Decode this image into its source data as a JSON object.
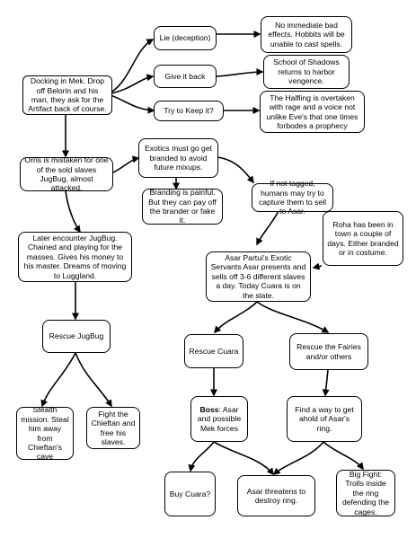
{
  "nodes": {
    "docking": "Docking in Mek. Drop off Belorin and his man, they ask for the Artifact back of course.",
    "lie": "Lie (deception)",
    "give_back": "Give it back",
    "try_keep": "Try to Keep it?",
    "no_bad_effects": "No immediate bad effects. Hobbits will be unable to cast spells.",
    "school_shadows": "School of Shadows returns to harbor vengence.",
    "halfling": "The Halfling is overtaken with rage and a voice not unlike Eve's that one times forbodes a prophecy",
    "orris": "Orris is mistaken for one of the sold slaves JugBug, almost attacked.",
    "exotics": "Exotics must go get branded to avoid future mixups.",
    "branding": "Branding is painful. But they can pay off the brander or fake it.",
    "not_tagged": "If not tagged, humans may try to capture them to sell to Asar.",
    "roha": "Roha has been in town a couple of days. Either branded or in costume.",
    "later_jugbug": "Later encounter JugBug. Chained and playing for the masses. Gives his money to his master. Dreams of moving to Luggland.",
    "asar_partui": "Asar Partui's Exotic Servants Asar presents and sells off 3-6 different slaves a day. Today Cuara is on the slate.",
    "rescue_jugbug": "Rescue JugBug",
    "rescue_cuara": "Rescue Cuara",
    "rescue_fairies": "Rescue the Fairies and/or others",
    "boss_label": "Boss",
    "boss_text": ": Asar and possible Mek forces",
    "find_way": "Find a way to get ahold of Asar's ring.",
    "stealth": "Stealth mission. Steal him away from Chieftan's cave",
    "fight_chieftan": "Fight the Chieftan and free his slaves.",
    "buy_cuara": "Buy Cuara?",
    "asar_threatens": "Asar threatens to destroy ring.",
    "big_fight": "Big Fight: Trolls inside the ring defending the cages."
  }
}
